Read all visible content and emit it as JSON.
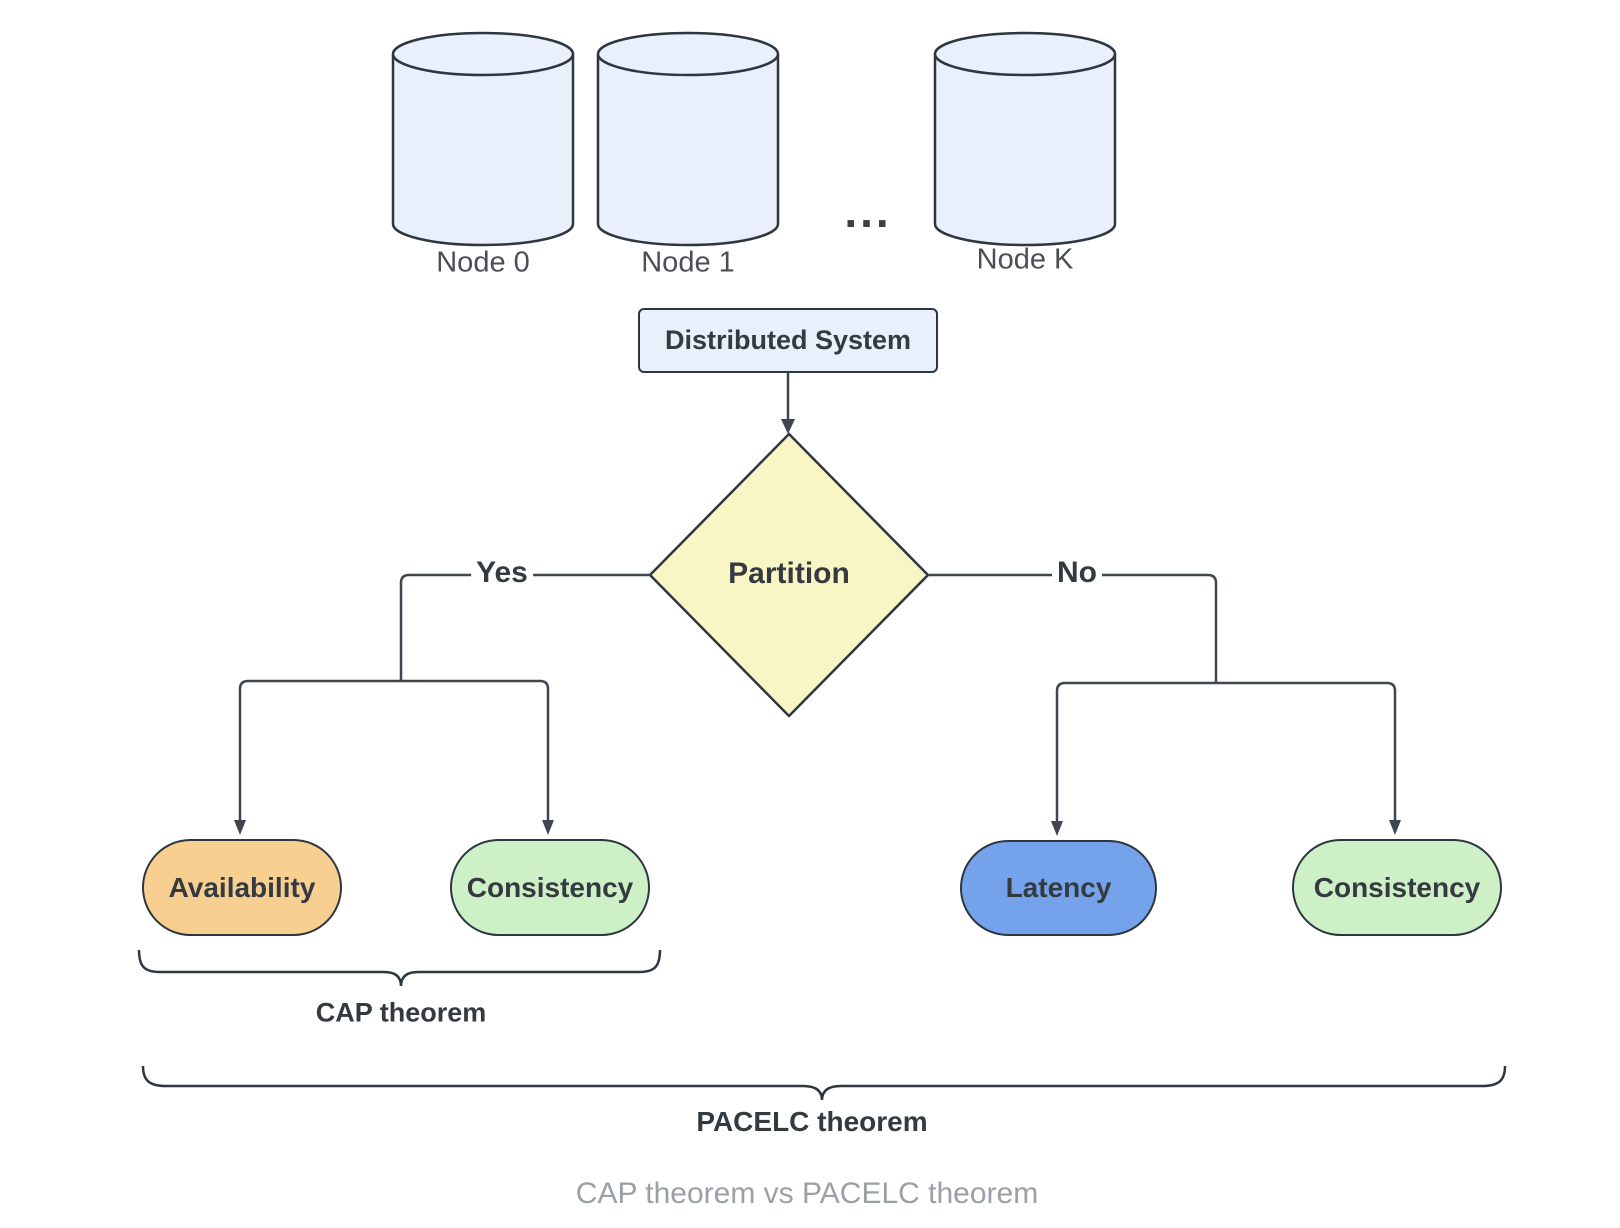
{
  "nodes": [
    {
      "label": "Node 0"
    },
    {
      "label": "Node 1"
    },
    {
      "label": "Node K"
    }
  ],
  "ellipsis": "...",
  "distributed_system": {
    "label": "Distributed System"
  },
  "decision": {
    "label": "Partition",
    "yes_label": "Yes",
    "no_label": "No"
  },
  "outcomes": [
    {
      "id": "availability",
      "label": "Availability",
      "color": "#f7cf90"
    },
    {
      "id": "consistency-left",
      "label": "Consistency",
      "color": "#cdf0c6"
    },
    {
      "id": "latency",
      "label": "Latency",
      "color": "#74a3ec"
    },
    {
      "id": "consistency-right",
      "label": "Consistency",
      "color": "#cdf0c6"
    }
  ],
  "braces": {
    "cap_label": "CAP theorem",
    "pacelc_label": "PACELC theorem"
  },
  "caption": "CAP theorem vs PACELC theorem",
  "colors": {
    "node_fill": "#e9f0fb",
    "diamond_fill": "#f9f6c5",
    "stroke": "#2e3640",
    "connector": "#3f4650",
    "text_dark": "#343a40",
    "caption_gray": "#9aa0a6"
  }
}
